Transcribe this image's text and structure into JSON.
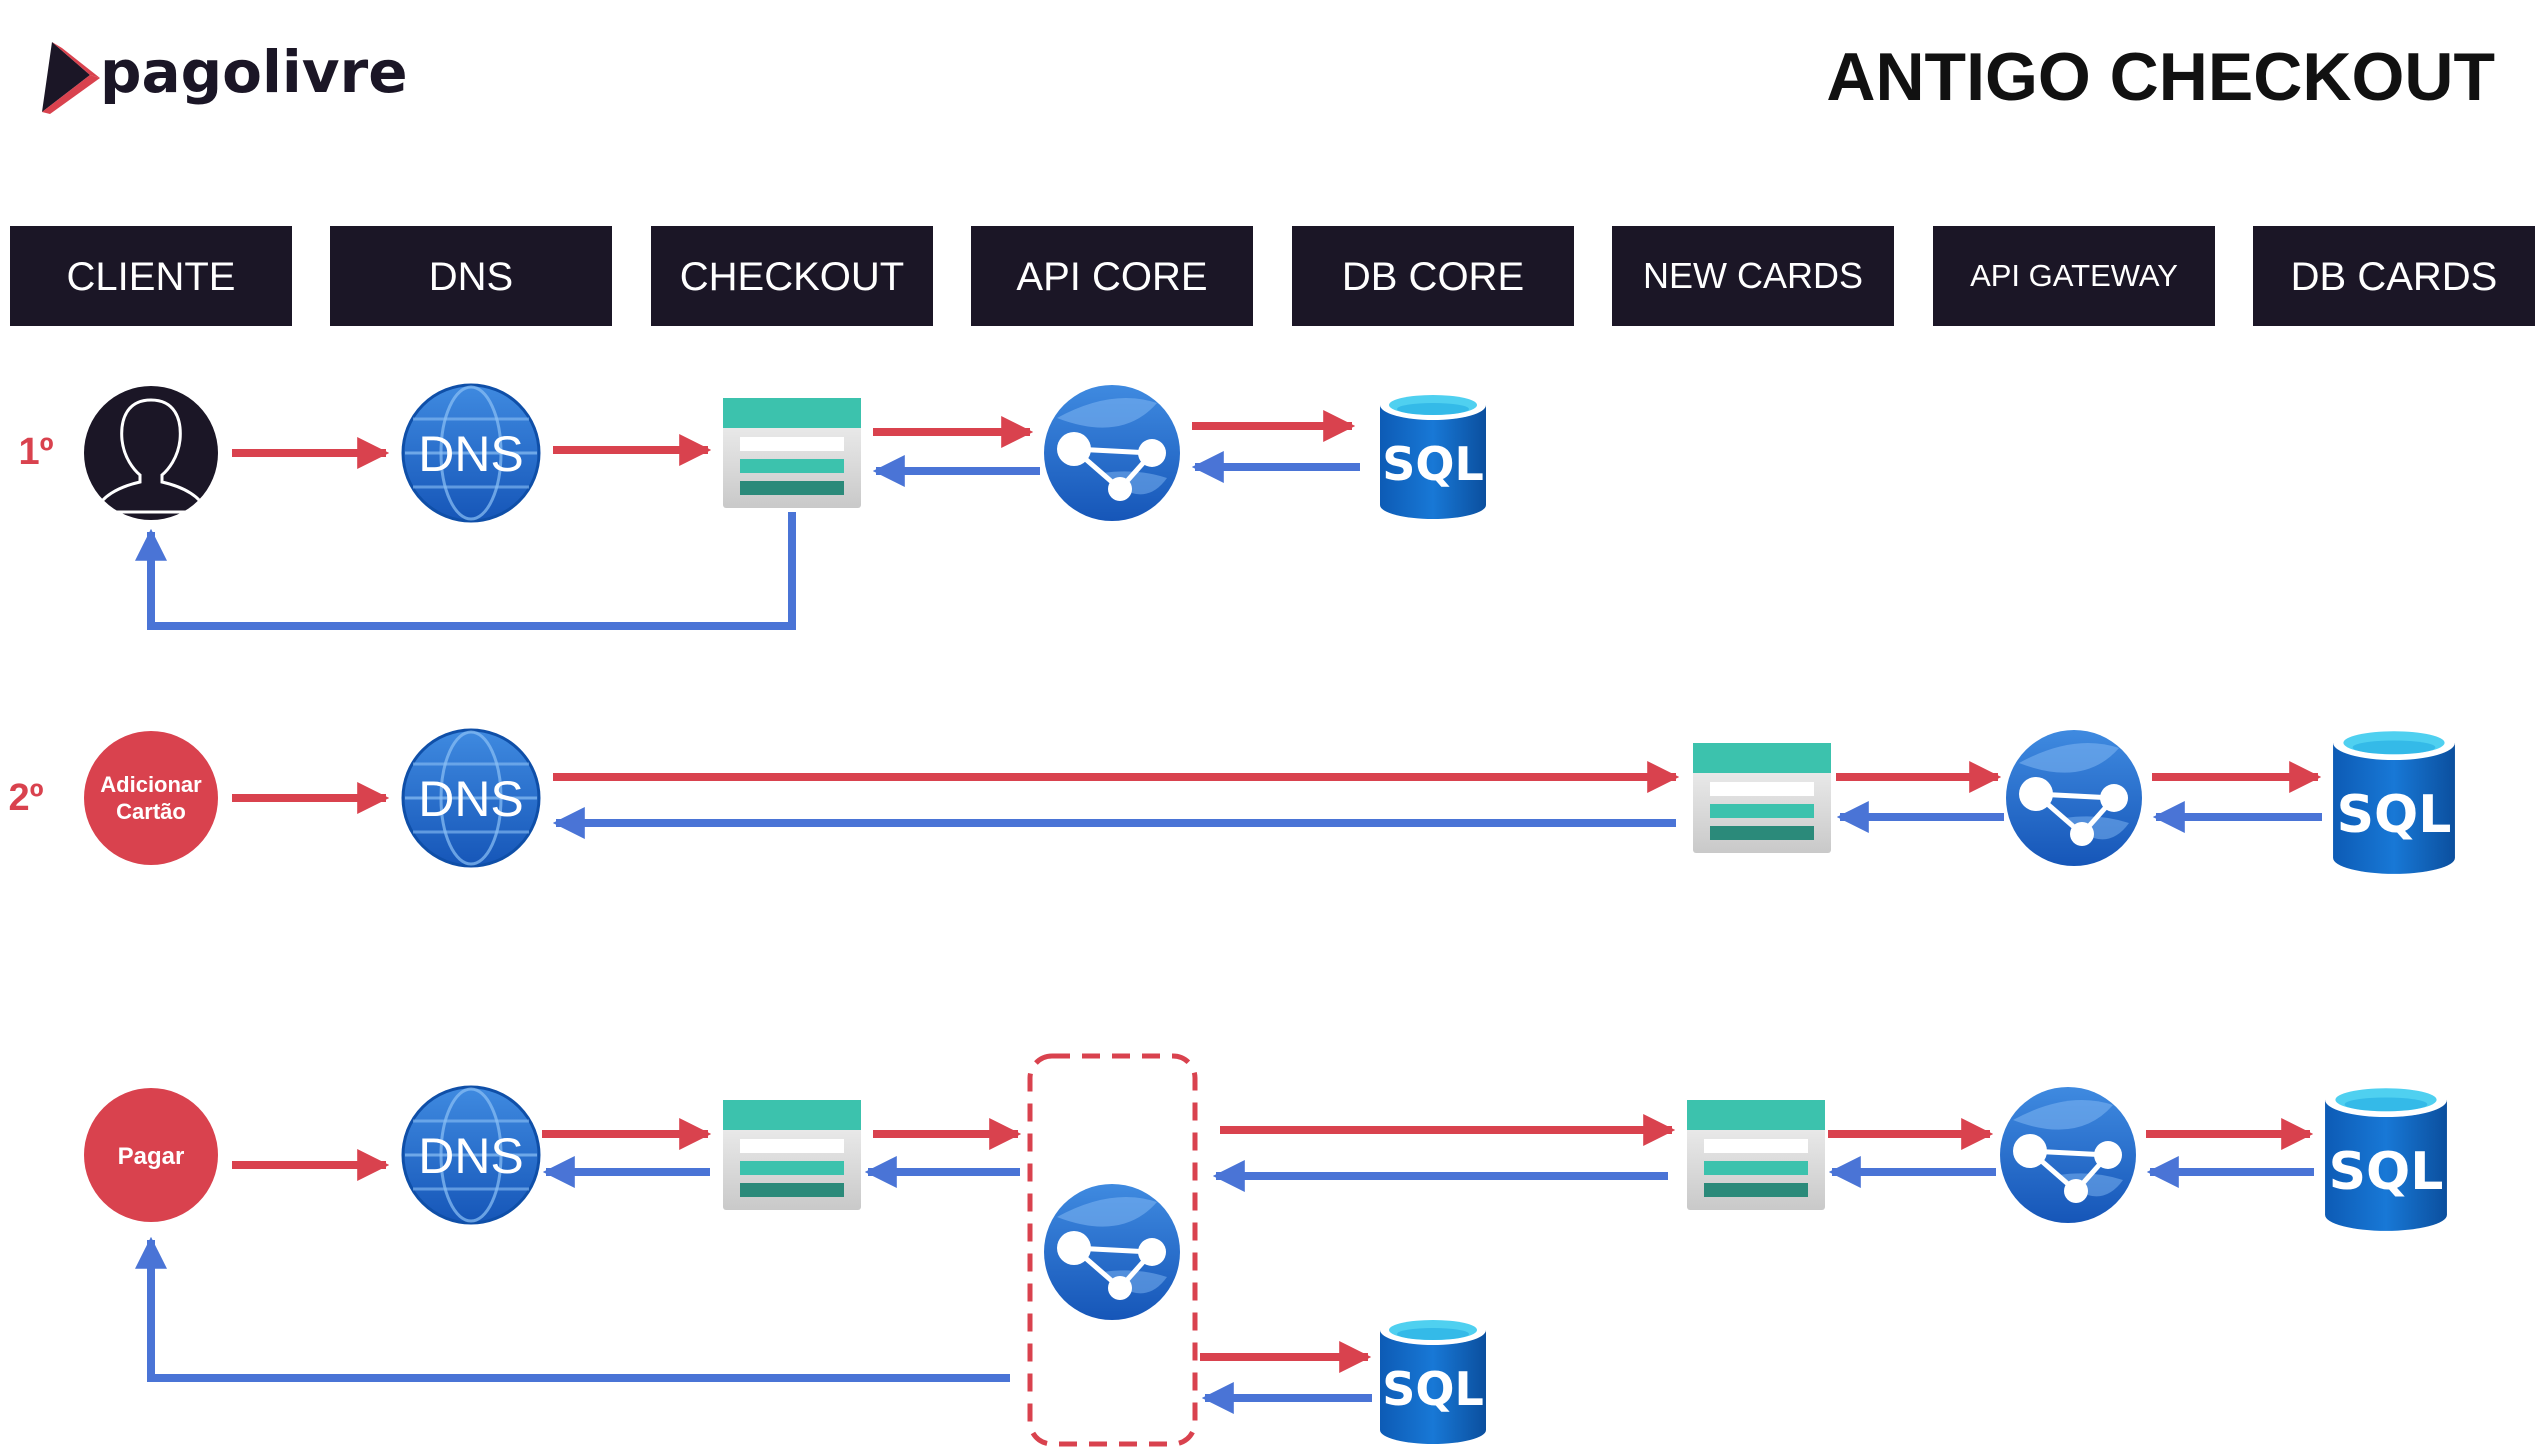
{
  "brand": {
    "name": "pagolivre"
  },
  "title": "ANTIGO CHECKOUT",
  "columns": [
    "CLIENTE",
    "DNS",
    "CHECKOUT",
    "API CORE",
    "DB CORE",
    "NEW CARDS",
    "API GATEWAY",
    "DB CARDS"
  ],
  "labels": {
    "dns": "DNS",
    "sql": "SQL"
  },
  "rows": {
    "first": {
      "step": "1º"
    },
    "second": {
      "step": "2º",
      "node_line1": "Adicionar",
      "node_line2": "Cartão"
    },
    "third": {
      "node": "Pagar"
    }
  },
  "colors": {
    "header_bg": "#1b1626",
    "request_arrow": "#d9424e",
    "response_arrow": "#4a74d6",
    "dashed_box": "#d9424e",
    "node_red": "#d9424e",
    "user_node": "#1b1626"
  }
}
